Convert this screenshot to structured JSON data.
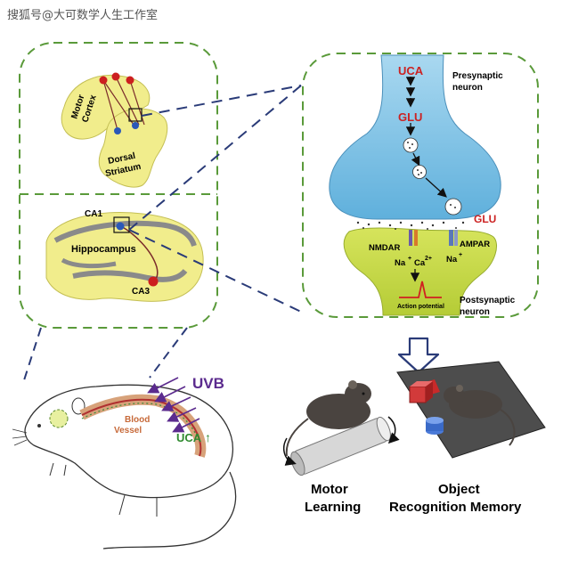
{
  "watermark": "搜狐号@大可数学人生工作室",
  "brain_panel": {
    "cortex_label_1": "Motor",
    "cortex_label_2": "Cortex",
    "striatum_label_1": "Dorsal",
    "striatum_label_2": "Striatum",
    "ca1_label": "CA1",
    "hippocampus_label": "Hippocampus",
    "ca3_label": "CA3"
  },
  "synapse_panel": {
    "uca_label": "UCA",
    "glu_label": "GLU",
    "glu_release_label": "GLU",
    "presynaptic_label_1": "Presynaptic",
    "presynaptic_label_2": "neuron",
    "nmdar_label": "NMDAR",
    "ampar_label": "AMPAR",
    "na_ca_label": "Na",
    "ca_label": "Ca",
    "na_label": "Na",
    "charge_plus": "+",
    "charge_2plus": "2+",
    "action_potential_label": "Action potential",
    "postsynaptic_label_1": "Postsynaptic",
    "postsynaptic_label_2": "neuron"
  },
  "mouse_panel": {
    "uvb_label": "UVB",
    "uca_up_label": "UCA",
    "up_arrow_glyph": "↑",
    "blood_label_1": "Blood",
    "blood_label_2": "Vessel"
  },
  "outcomes": {
    "motor_label_1": "Motor",
    "motor_label_2": "Learning",
    "object_label_1": "Object",
    "object_label_2": "Recognition Memory"
  },
  "colors": {
    "green_dash": "#5a9a3a",
    "navy_dash": "#2a3b78",
    "yellow": "#f1ed8c",
    "pre_blue": "#82c4e6",
    "post_green": "#c5d844",
    "red_label": "#cc2222",
    "uvb_purple": "#5b2b8e",
    "uca_green": "#2f8a2f"
  }
}
